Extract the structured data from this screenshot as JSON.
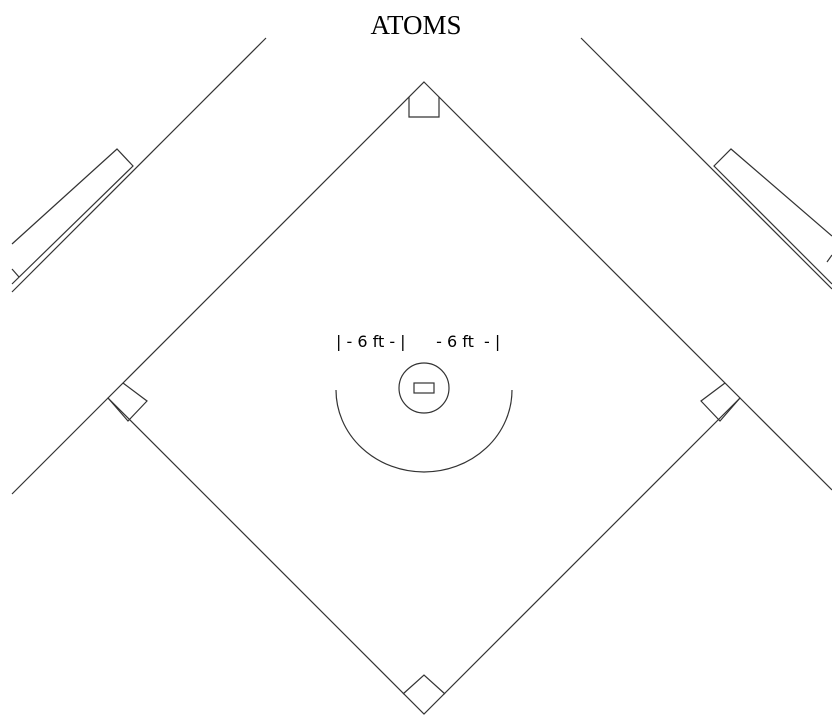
{
  "title": "ATOMS",
  "measurement_left": "| - 6 ft - |",
  "measurement_right": " - 6 ft  - |",
  "colors": {
    "line": "#333333",
    "text": "#000000",
    "background": "#ffffff"
  }
}
